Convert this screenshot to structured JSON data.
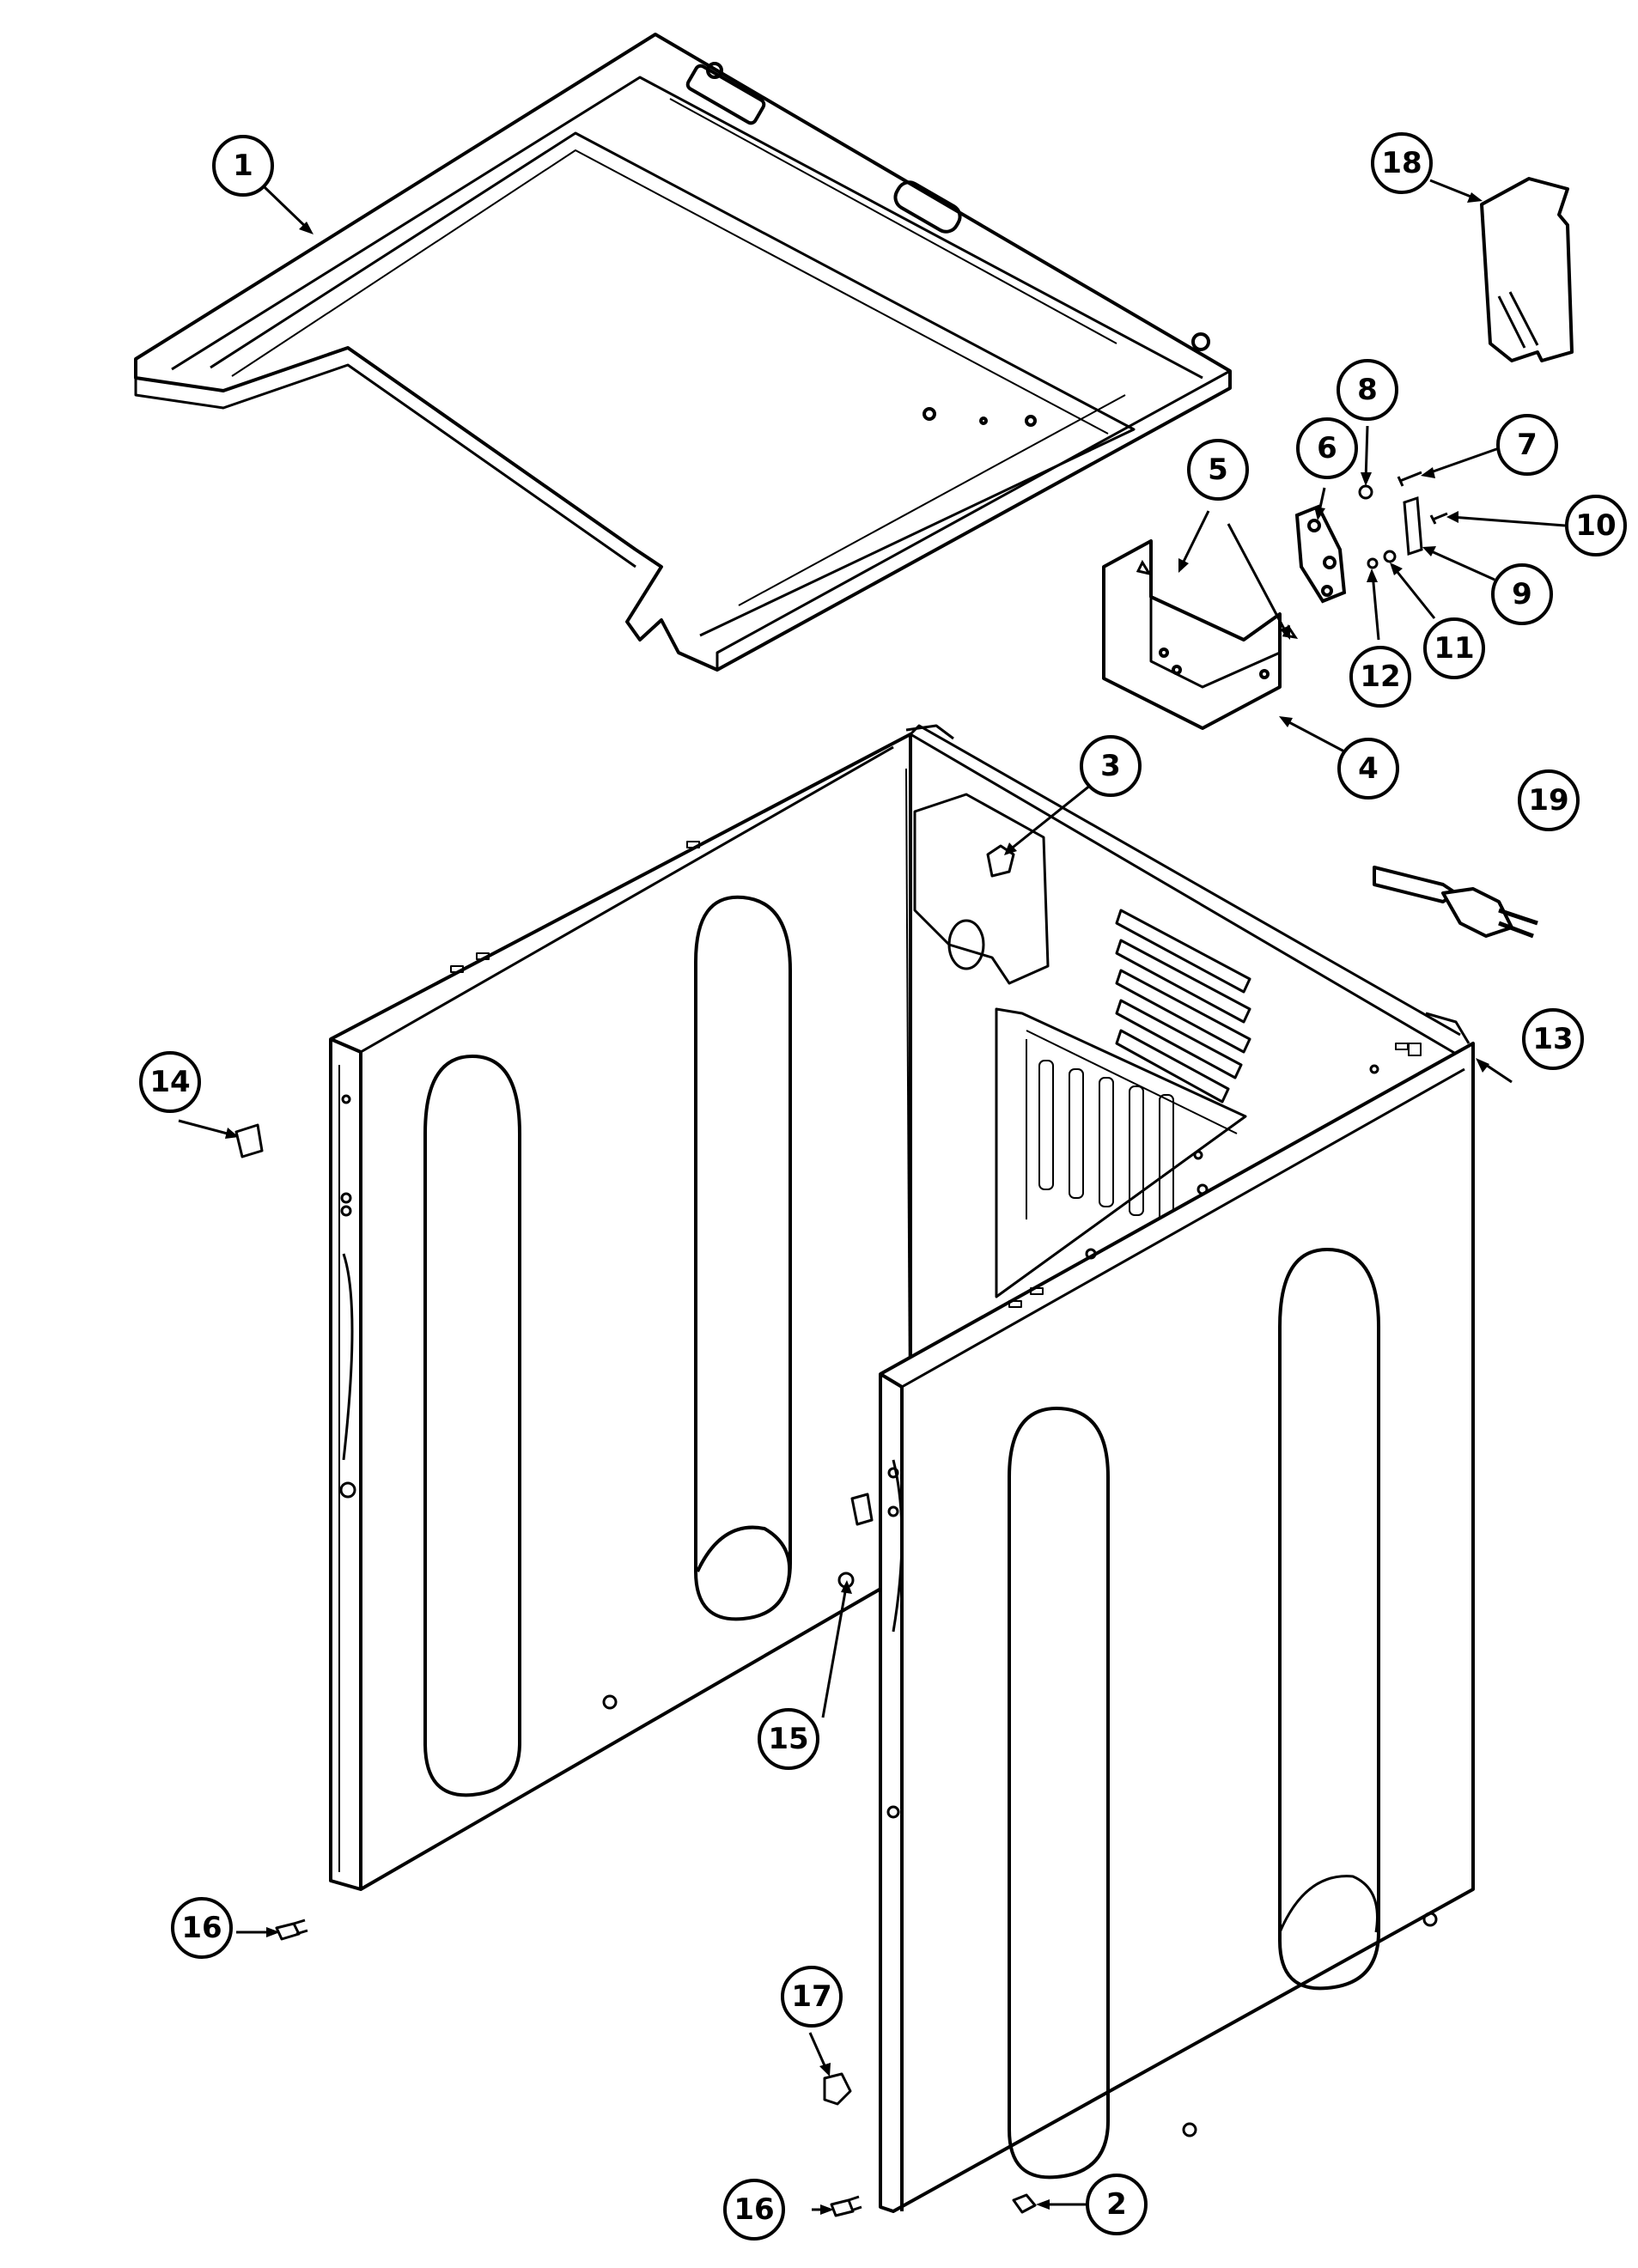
{
  "colors": {
    "line": "#000000",
    "background": "#ffffff"
  },
  "callouts": [
    {
      "id": "top-panel",
      "label": "1"
    },
    {
      "id": "screw-front-bottom",
      "label": "2"
    },
    {
      "id": "grommet",
      "label": "3"
    },
    {
      "id": "terminal-block-bracket",
      "label": "4"
    },
    {
      "id": "bracket-screw",
      "label": "5"
    },
    {
      "id": "terminal-block",
      "label": "6"
    },
    {
      "id": "terminal-screw",
      "label": "7"
    },
    {
      "id": "washer",
      "label": "8"
    },
    {
      "id": "strap",
      "label": "9"
    },
    {
      "id": "strap-screw",
      "label": "10"
    },
    {
      "id": "lock-washer",
      "label": "11"
    },
    {
      "id": "nut",
      "label": "12"
    },
    {
      "id": "cabinet",
      "label": "13"
    },
    {
      "id": "clip",
      "label": "14"
    },
    {
      "id": "plug-button",
      "label": "15"
    },
    {
      "id": "side-screw",
      "label": "16"
    },
    {
      "id": "leveling-leg-foot",
      "label": "17"
    },
    {
      "id": "terminal-cover",
      "label": "18"
    },
    {
      "id": "power-cord",
      "label": "19"
    },
    {
      "id": "side-screw-bottom",
      "label": "16"
    }
  ]
}
